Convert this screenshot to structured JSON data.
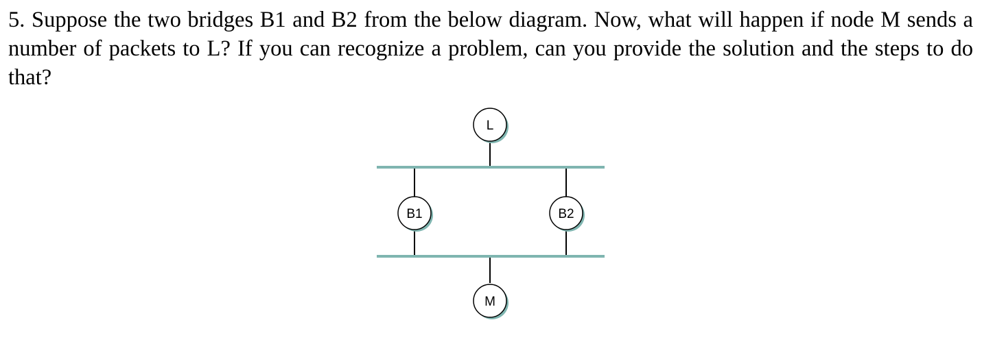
{
  "question": {
    "text": "5. Suppose the two bridges B1 and B2 from the below diagram. Now, what will happen if node M sends a number of packets to L? If you can recognize a problem, can you provide the solution and the steps to do that?"
  },
  "diagram": {
    "nodes": {
      "L": "L",
      "M": "M",
      "B1": "B1",
      "B2": "B2"
    },
    "colors": {
      "segment": "#7fb5b0",
      "node_shadow": "#7fb5b0",
      "node_fill": "#ffffff",
      "line": "#000000"
    }
  }
}
